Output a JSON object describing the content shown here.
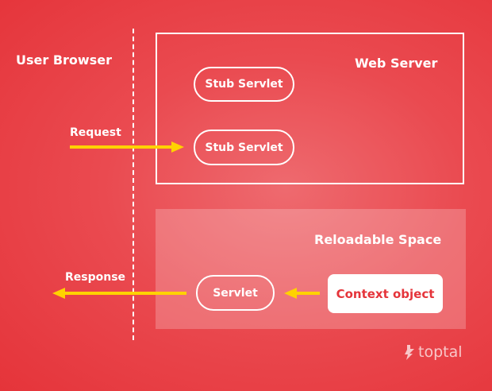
{
  "title_left": "User Browser",
  "server": {
    "title": "Web Server",
    "stub1": "Stub Servlet",
    "stub2": "Stub Servlet"
  },
  "reloadable": {
    "title": "Reloadable Space",
    "servlet": "Servlet",
    "context": "Context object"
  },
  "arrows": {
    "request": "Request",
    "response": "Response"
  },
  "brand": {
    "name": "toptal",
    "logo_icon": "toptal-logo-icon"
  },
  "colors": {
    "background": "#e5343a",
    "arrow": "#ffd200",
    "line": "#ffffff"
  }
}
